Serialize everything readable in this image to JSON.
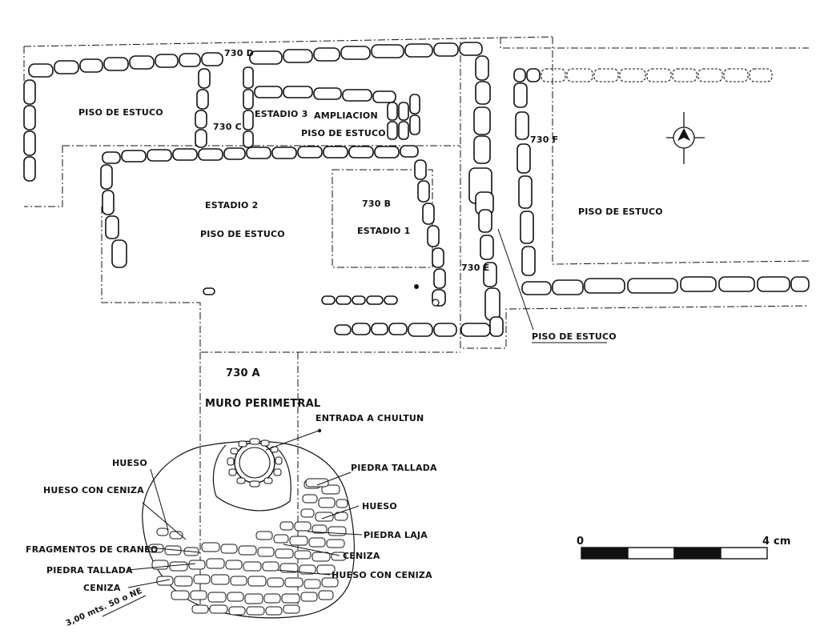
{
  "labels": {
    "unit_730d": "730 D",
    "unit_730c": "730 C",
    "unit_730f": "730 F",
    "unit_730b": "730 B",
    "unit_730e": "730 E",
    "unit_730a": "730 A",
    "piso_estuco_nw": "PISO DE ESTUCO",
    "estadio3": "ESTADIO 3",
    "ampliacion": "AMPLIACION",
    "piso_estuco_e3": "PISO DE ESTUCO",
    "estadio2": "ESTADIO 2",
    "piso_estuco_e2": "PISO DE ESTUCO",
    "estadio1": "ESTADIO 1",
    "piso_estuco_east": "PISO DE ESTUCO",
    "piso_estuco_callout": "PISO DE ESTUCO",
    "muro_perimetral": "MURO PERIMETRAL",
    "entrada_chultun": "ENTRADA A CHULTUN",
    "hueso_1": "HUESO",
    "hueso_con_ceniza_1": "HUESO CON CENIZA",
    "fragmentos_craneo": "FRAGMENTOS DE CRANEO",
    "piedra_tallada_1": "PIEDRA TALLADA",
    "ceniza_1": "CENIZA",
    "piedra_tallada_2": "PIEDRA TALLADA",
    "hueso_2": "HUESO",
    "piedra_laja": "PIEDRA LAJA",
    "ceniza_2": "CENIZA",
    "hueso_con_ceniza_2": "HUESO CON CENIZA",
    "depth_note": "3,00 mts. 50 o NE"
  },
  "scale_bar": {
    "start_label": "0",
    "end_label": "4 cm",
    "segments": 4,
    "fill_colors": [
      "#111111",
      "#ffffff"
    ]
  },
  "north_arrow": {
    "icon": "north-arrow-icon"
  },
  "colors": {
    "ink": "#111111",
    "paper": "#ffffff"
  }
}
